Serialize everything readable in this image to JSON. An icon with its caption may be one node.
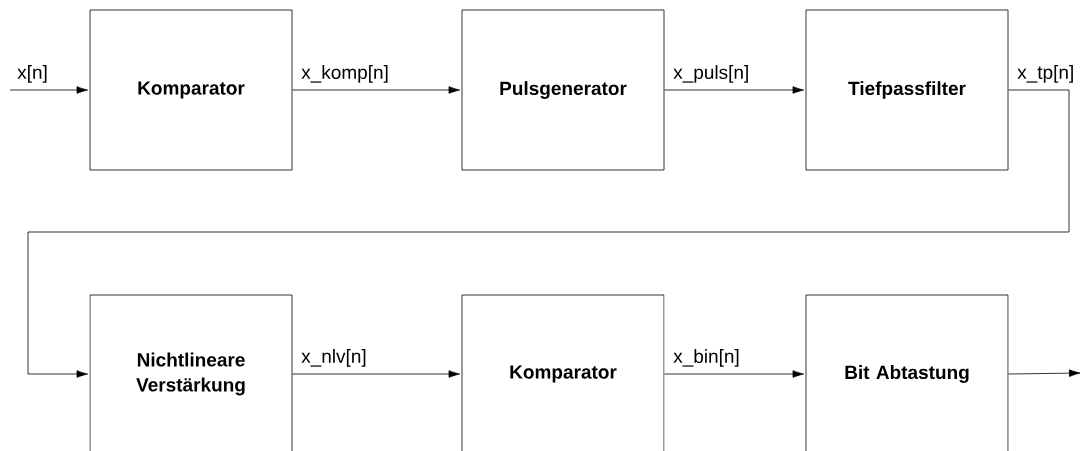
{
  "diagram": {
    "nodes": [
      {
        "text": [
          "Komparator"
        ]
      },
      {
        "text": [
          "Pulsgenerator"
        ]
      },
      {
        "text": [
          "Tiefpassfilter"
        ]
      },
      {
        "text": [
          "Nichtlineare Verstärkung"
        ]
      },
      {
        "text": [
          "Komparator"
        ]
      },
      {
        "text": [
          "Bit Abtastung"
        ]
      }
    ],
    "edges": [
      {
        "from": null,
        "to": 0,
        "arrow": "to",
        "label": "x[n]"
      },
      {
        "from": 0,
        "to": 1,
        "arrow": "to",
        "label": "x_komp[n]"
      },
      {
        "from": 1,
        "to": 2,
        "arrow": "to",
        "label": "x_puls[n]"
      },
      {
        "from": 2,
        "to": 3,
        "arrow": "to",
        "label": "x_tp[n]"
      },
      {
        "from": 3,
        "to": 4,
        "arrow": "to",
        "label": "x_nlv[n]"
      },
      {
        "from": 4,
        "to": 5,
        "arrow": "to",
        "label": "x_bin[n]"
      },
      {
        "from": 5,
        "to": null,
        "arrow": "to"
      }
    ]
  }
}
